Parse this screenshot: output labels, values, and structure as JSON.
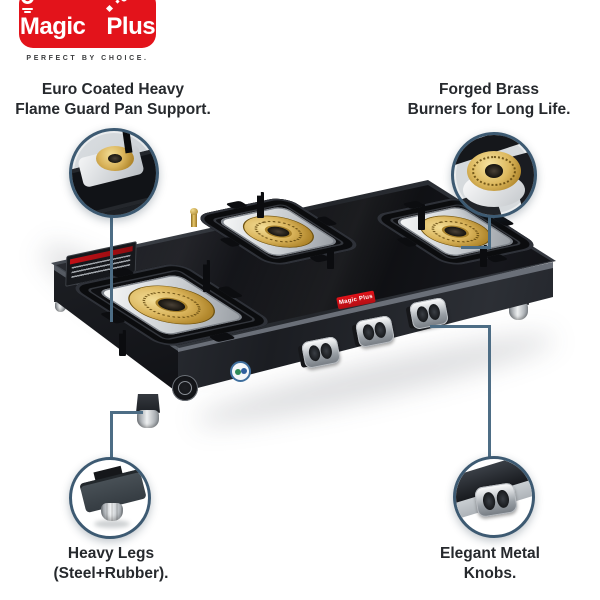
{
  "page": {
    "background": "#ffffff",
    "kind": "product-feature-infographic"
  },
  "brand": {
    "name_part1": "Magic",
    "name_part2": "Plus",
    "tagline": "PERFECT BY CHOICE.",
    "mini_label": "Magic Plus",
    "logo_bg": "#e3131b"
  },
  "features": {
    "top_left": {
      "line1": "Euro Coated Heavy",
      "line2": "Flame Guard Pan Support."
    },
    "top_right": {
      "line1": "Forged Brass",
      "line2": "Burners for Long Life."
    },
    "bottom_left": {
      "line1": "Heavy Legs",
      "line2": "(Steel+Rubber)."
    },
    "bottom_right": {
      "line1": "Elegant Metal",
      "line2": "Knobs."
    }
  },
  "product": {
    "burner_count": 3,
    "knob_count": 3,
    "visible_leg_count": 3
  },
  "colors": {
    "logo_red": "#e3131b",
    "label_text": "#26292d",
    "callout_line": "#4d6d85",
    "circle_border": "#3d5a72",
    "glass_black": "#141519",
    "brass": "#d2ab4e",
    "steel": "#c7cacd"
  },
  "icons": {
    "flame": "flame-icon (css teardrop)",
    "sparkles": "sparkle-icon (css diamonds)"
  }
}
